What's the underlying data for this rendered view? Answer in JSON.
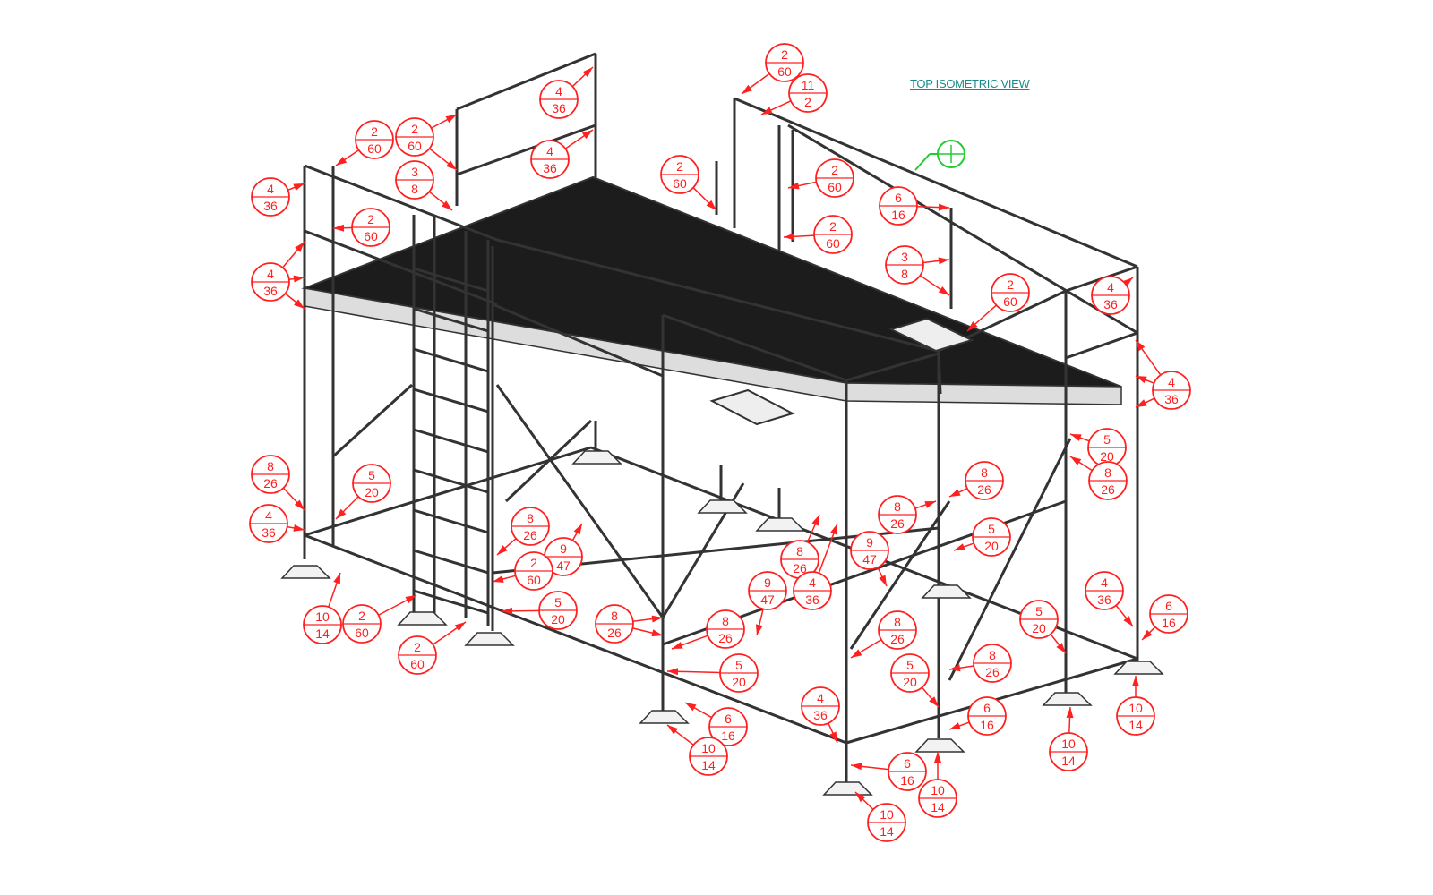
{
  "title": "TOP ISOMETRIC VIEW",
  "colors": {
    "callout": "#ff2020",
    "structure": "#333333",
    "deck": "#1c1c1c",
    "title": "#1a8a8a",
    "datum": "#22cc33"
  },
  "datum_symbol": "section-view-marker",
  "callouts": [
    {
      "top": "2",
      "bottom": "60"
    },
    {
      "top": "4",
      "bottom": "36"
    },
    {
      "top": "11",
      "bottom": "2"
    },
    {
      "top": "2",
      "bottom": "60"
    },
    {
      "top": "2",
      "bottom": "60"
    },
    {
      "top": "4",
      "bottom": "36"
    },
    {
      "top": "3",
      "bottom": "8"
    },
    {
      "top": "4",
      "bottom": "36"
    },
    {
      "top": "2",
      "bottom": "60"
    },
    {
      "top": "2",
      "bottom": "60"
    },
    {
      "top": "6",
      "bottom": "16"
    },
    {
      "top": "2",
      "bottom": "60"
    },
    {
      "top": "2",
      "bottom": "60"
    },
    {
      "top": "4",
      "bottom": "36"
    },
    {
      "top": "3",
      "bottom": "8"
    },
    {
      "top": "2",
      "bottom": "60"
    },
    {
      "top": "4",
      "bottom": "36"
    },
    {
      "top": "4",
      "bottom": "36"
    },
    {
      "top": "5",
      "bottom": "20"
    },
    {
      "top": "8",
      "bottom": "26"
    },
    {
      "top": "8",
      "bottom": "26"
    },
    {
      "top": "5",
      "bottom": "20"
    },
    {
      "top": "8",
      "bottom": "26"
    },
    {
      "top": "4",
      "bottom": "36"
    },
    {
      "top": "8",
      "bottom": "26"
    },
    {
      "top": "8",
      "bottom": "26"
    },
    {
      "top": "9",
      "bottom": "47"
    },
    {
      "top": "5",
      "bottom": "20"
    },
    {
      "top": "9",
      "bottom": "47"
    },
    {
      "top": "8",
      "bottom": "26"
    },
    {
      "top": "2",
      "bottom": "60"
    },
    {
      "top": "4",
      "bottom": "36"
    },
    {
      "top": "9",
      "bottom": "47"
    },
    {
      "top": "4",
      "bottom": "36"
    },
    {
      "top": "5",
      "bottom": "20"
    },
    {
      "top": "10",
      "bottom": "14"
    },
    {
      "top": "2",
      "bottom": "60"
    },
    {
      "top": "8",
      "bottom": "26"
    },
    {
      "top": "6",
      "bottom": "16"
    },
    {
      "top": "5",
      "bottom": "20"
    },
    {
      "top": "8",
      "bottom": "26"
    },
    {
      "top": "8",
      "bottom": "26"
    },
    {
      "top": "2",
      "bottom": "60"
    },
    {
      "top": "8",
      "bottom": "26"
    },
    {
      "top": "5",
      "bottom": "20"
    },
    {
      "top": "5",
      "bottom": "20"
    },
    {
      "top": "4",
      "bottom": "36"
    },
    {
      "top": "6",
      "bottom": "16"
    },
    {
      "top": "6",
      "bottom": "16"
    },
    {
      "top": "10",
      "bottom": "14"
    },
    {
      "top": "10",
      "bottom": "14"
    },
    {
      "top": "10",
      "bottom": "14"
    },
    {
      "top": "6",
      "bottom": "16"
    },
    {
      "top": "10",
      "bottom": "14"
    },
    {
      "top": "10",
      "bottom": "14"
    }
  ]
}
